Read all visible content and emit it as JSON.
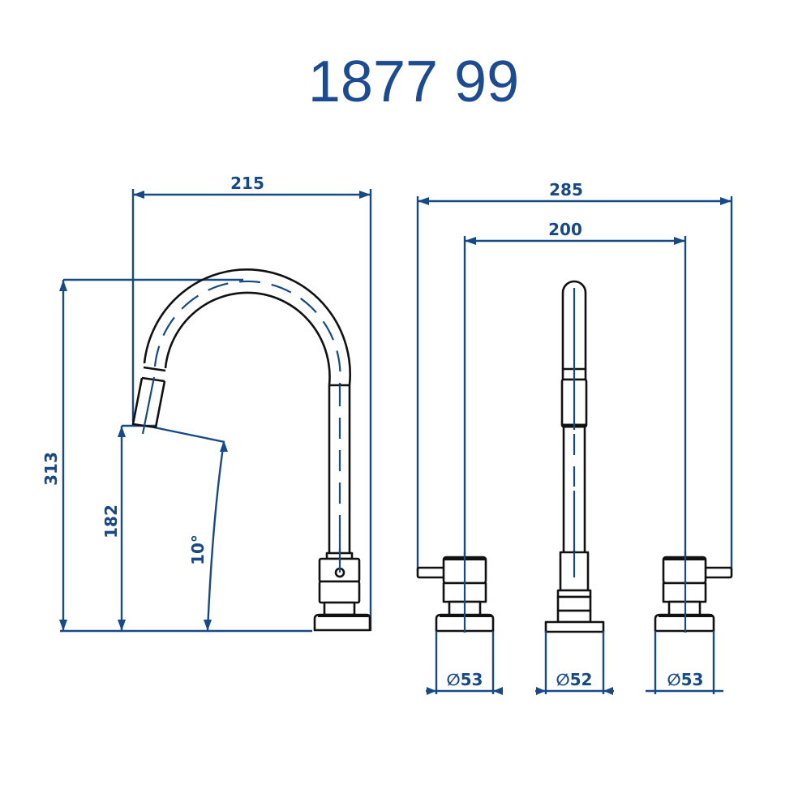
{
  "title": "1877 99",
  "side_view": {
    "width_label": "215",
    "total_height_label": "313",
    "spout_height_label": "182",
    "angle_label": "10°"
  },
  "front_view": {
    "outer_width_label": "285",
    "center_distance_label": "200",
    "left_valve_diameter_label": "∅53",
    "spout_base_diameter_label": "∅52",
    "right_valve_diameter_label": "∅53"
  },
  "colors": {
    "dimension": "#174a84",
    "title": "#1d4b8f",
    "outline": "#111111"
  }
}
